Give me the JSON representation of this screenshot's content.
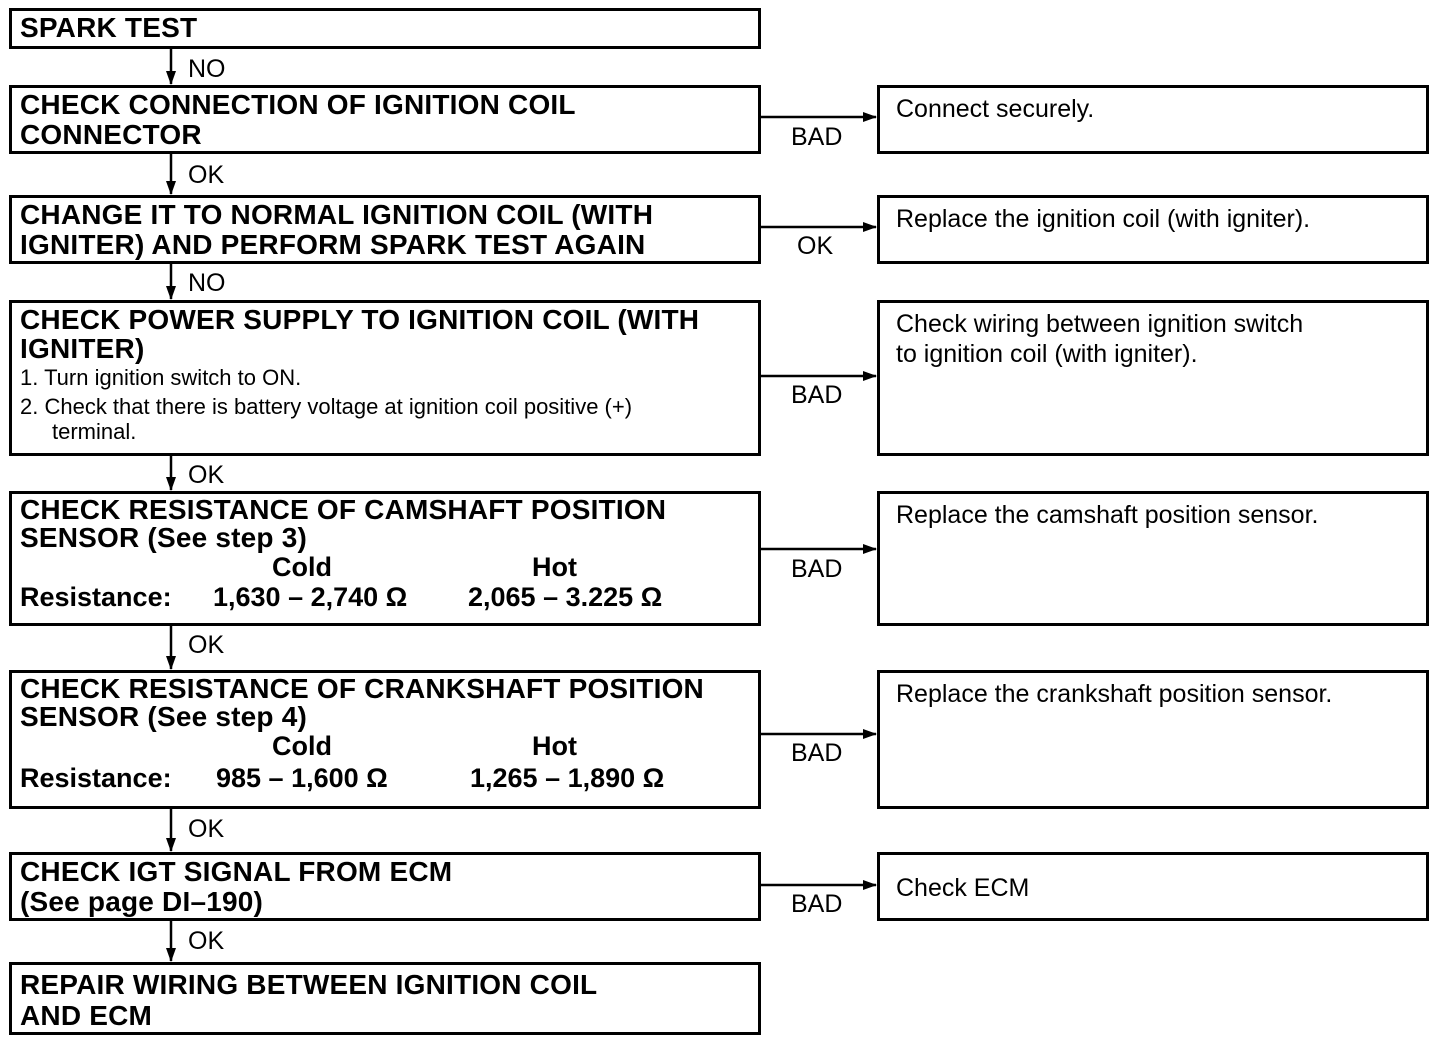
{
  "steps": [
    {
      "title": "SPARK TEST"
    },
    {
      "title": "CHECK CONNECTION OF IGNITION COIL\nCONNECTOR"
    },
    {
      "title": "CHANGE IT TO NORMAL IGNITION COIL (WITH\nIGNITER) AND PERFORM SPARK TEST AGAIN"
    },
    {
      "title": "CHECK POWER SUPPLY TO IGNITION COIL (WITH\nIGNITER)",
      "sub1": "1. Turn ignition switch to ON.",
      "sub2": "2. Check that there is battery voltage at ignition coil positive (+)",
      "sub3": "terminal."
    },
    {
      "title": "CHECK RESISTANCE OF CAMSHAFT POSITION\nSENSOR (See step 3)",
      "col_cold": "Cold",
      "col_hot": "Hot",
      "row_label": "Resistance:",
      "cold": "1,630 – 2,740 Ω",
      "hot": "2,065 – 3.225 Ω"
    },
    {
      "title": "CHECK RESISTANCE OF CRANKSHAFT POSITION\nSENSOR (See step 4)",
      "col_cold": "Cold",
      "col_hot": "Hot",
      "row_label": "Resistance:",
      "cold": "985 – 1,600 Ω",
      "hot": "1,265 – 1,890 Ω"
    },
    {
      "title": "CHECK IGT SIGNAL FROM ECM\n(See page DI–190)"
    },
    {
      "title": "REPAIR WIRING BETWEEN IGNITION COIL\nAND ECM"
    }
  ],
  "results": [
    {
      "text": "Connect securely."
    },
    {
      "text": "Replace the ignition coil (with igniter)."
    },
    {
      "text": "Check wiring between ignition switch\nto ignition coil (with igniter)."
    },
    {
      "text": "Replace the camshaft position sensor."
    },
    {
      "text": "Replace the crankshaft position sensor."
    },
    {
      "text": "Check ECM"
    }
  ],
  "down_labels": [
    "NO",
    "OK",
    "NO",
    "OK",
    "OK",
    "OK",
    "OK"
  ],
  "side_labels": [
    "BAD",
    "OK",
    "BAD",
    "BAD",
    "BAD",
    "BAD"
  ]
}
